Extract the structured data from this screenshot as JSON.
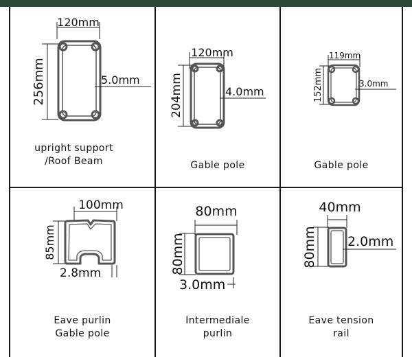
{
  "cells": [
    {
      "caption_line1": "upright support",
      "caption_line2": "/Roof Beam",
      "width_label": "120mm",
      "height_label": "256mm",
      "thickness_label": "5.0mm",
      "profile": "rounded-rectangle"
    },
    {
      "caption_line1": "Gable pole",
      "caption_line2": "",
      "width_label": "120mm",
      "height_label": "204mm",
      "thickness_label": "4.0mm",
      "profile": "rounded-rectangle"
    },
    {
      "caption_line1": "Gable pole",
      "caption_line2": "",
      "width_label": "119mm",
      "height_label": "152mm",
      "thickness_label": "3.0mm",
      "profile": "rounded-rectangle"
    },
    {
      "caption_line1": "Eave purlin",
      "caption_line2": "Gable pole",
      "width_label": "100mm",
      "height_label": "85mm",
      "thickness_label": "2.8mm",
      "profile": "c-channel"
    },
    {
      "caption_line1": "Intermediale",
      "caption_line2": "purlin",
      "width_label": "80mm",
      "height_label": "80mm",
      "thickness_label": "3.0mm",
      "profile": "square-tube"
    },
    {
      "caption_line1": "Eave tension",
      "caption_line2": "rail",
      "width_label": "40mm",
      "height_label": "80mm",
      "thickness_label": "2.0mm",
      "profile": "rectangular-tube"
    }
  ],
  "colors": {
    "header_bar": "#2c4a39",
    "grid_line": "#1a1a1a",
    "profile_stroke": "#555555"
  }
}
